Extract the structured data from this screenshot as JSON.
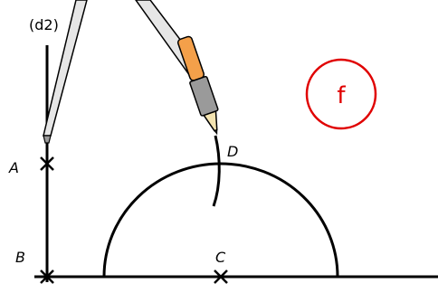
{
  "figure": {
    "line_label": "(d2)",
    "points": {
      "A": "A",
      "B": "B",
      "C": "C",
      "D": "D"
    },
    "badge_label": "f",
    "colors": {
      "ink": "#000000",
      "badge": "#e00000",
      "compass_body": "#e6e6e6",
      "pencil_wood": "#f4a04a",
      "pencil_grip": "#9a9a9a",
      "pencil_tip": "#f3e3b0"
    }
  }
}
